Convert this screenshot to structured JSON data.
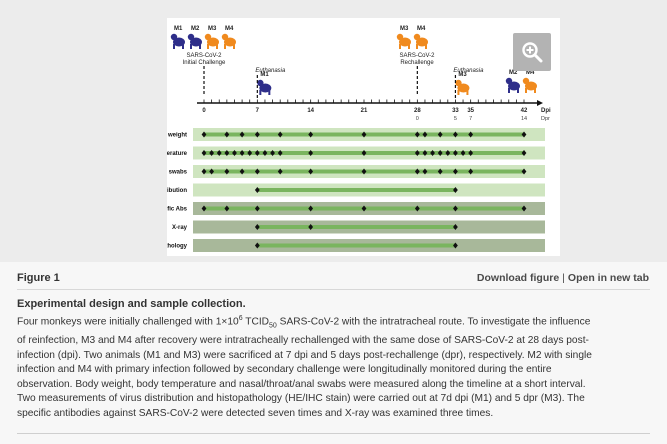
{
  "figure": {
    "label": "Figure 1",
    "download_label": "Download figure",
    "separator": "|",
    "open_label": "Open in new tab",
    "zoom_icon": "zoom-in-icon",
    "diagram": {
      "monkeys_initial": [
        "M1",
        "M2",
        "M3",
        "M4"
      ],
      "initial_label_1": "SARS-CoV-2",
      "initial_label_2": "Initial Challenge",
      "monkeys_rechallenge": [
        "M3",
        "M4"
      ],
      "rechallenge_label_1": "SARS-CoV-2",
      "rechallenge_label_2": "Rechallenge",
      "euthanasia_1": "Euthanasia",
      "euthanasia_1_monkey": "M1",
      "euthanasia_2": "Euthanasia",
      "euthanasia_2_monkey": "M3",
      "monkeys_end": [
        "M2",
        "M4"
      ],
      "axis_dpi_label": "Dpi",
      "axis_dpr_label": "Dpr",
      "dpi_ticks": [
        "0",
        "7",
        "14",
        "21",
        "28",
        "33",
        "35",
        "42"
      ],
      "dpr_ticks": [
        "0",
        "5",
        "7",
        "14"
      ],
      "rows": [
        {
          "label": "Body weight",
          "markers": [
            0,
            3,
            5,
            7,
            10,
            14,
            21,
            28,
            29,
            31,
            33,
            35,
            42
          ]
        },
        {
          "label": "Body temperature",
          "markers": [
            0,
            1,
            2,
            3,
            4,
            5,
            6,
            7,
            8,
            9,
            10,
            14,
            21,
            28,
            29,
            30,
            31,
            32,
            33,
            34,
            35,
            42
          ]
        },
        {
          "label": "Nasal/Throat/Anal swabs",
          "markers": [
            0,
            1,
            3,
            5,
            7,
            10,
            14,
            21,
            28,
            29,
            31,
            33,
            35,
            42
          ]
        },
        {
          "label": "Virus distribution",
          "markers": [
            7,
            33
          ]
        },
        {
          "label": "Specific Abs",
          "markers": [
            0,
            3,
            7,
            14,
            21,
            28,
            33,
            42
          ]
        },
        {
          "label": "X-ray",
          "markers": [
            7,
            14,
            33
          ]
        },
        {
          "label": "Histopathology",
          "markers": [
            7,
            33
          ]
        }
      ]
    }
  },
  "caption": {
    "title": "Experimental design and sample collection.",
    "line1_pre": "Four monkeys were initially challenged with 1×10",
    "line1_sup": "6",
    "line1_mid": " TCID",
    "line1_sub": "50",
    "line1_post": " SARS-CoV-2 with the intratracheal route. To investigate the influence",
    "line2": "of reinfection, M3 and M4 after recovery were intratracheally rechallenged with the same dose of SARS-CoV-2 at 28 days post-",
    "line3": "infection (dpi). Two animals (M1 and M3) were sacrificed at 7 dpi and 5 days post-rechallenge (dpr), respectively. M2 with single",
    "line4": "infection and M4 with primary infection followed by secondary challenge were longitudinally monitored during the entire",
    "line5": "observation. Body weight, body temperature and nasal/throat/anal swabs were measured along the timeline at a short interval.",
    "line6": "Two measurements of virus distribution and histopathology (HE/IHC stain) were carried out at 7d dpi (M1) and 5 dpr (M3). The",
    "line7": "specific antibodies against SARS-CoV-2 were detected seven times and X-ray was examined three times."
  }
}
